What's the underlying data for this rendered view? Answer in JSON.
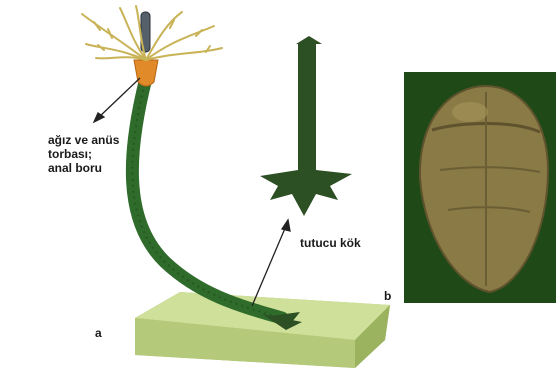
{
  "labels": {
    "mouth_line1": "ağız ve anüs",
    "mouth_line2": "torbası;",
    "mouth_line3": "anal boru",
    "holdfast": "tutucu kök",
    "panel_a": "a",
    "panel_b": "b"
  },
  "colors": {
    "stem": "#2f6b2a",
    "stem_dark": "#1f4d1c",
    "arms": "#c9b357",
    "calyx": "#e08a2a",
    "base_top": "#cfe09a",
    "base_side": "#a9c06e",
    "root": "#2c4f24",
    "fossil_bg": "#1f4a17",
    "fossil": "#8a7a45"
  }
}
